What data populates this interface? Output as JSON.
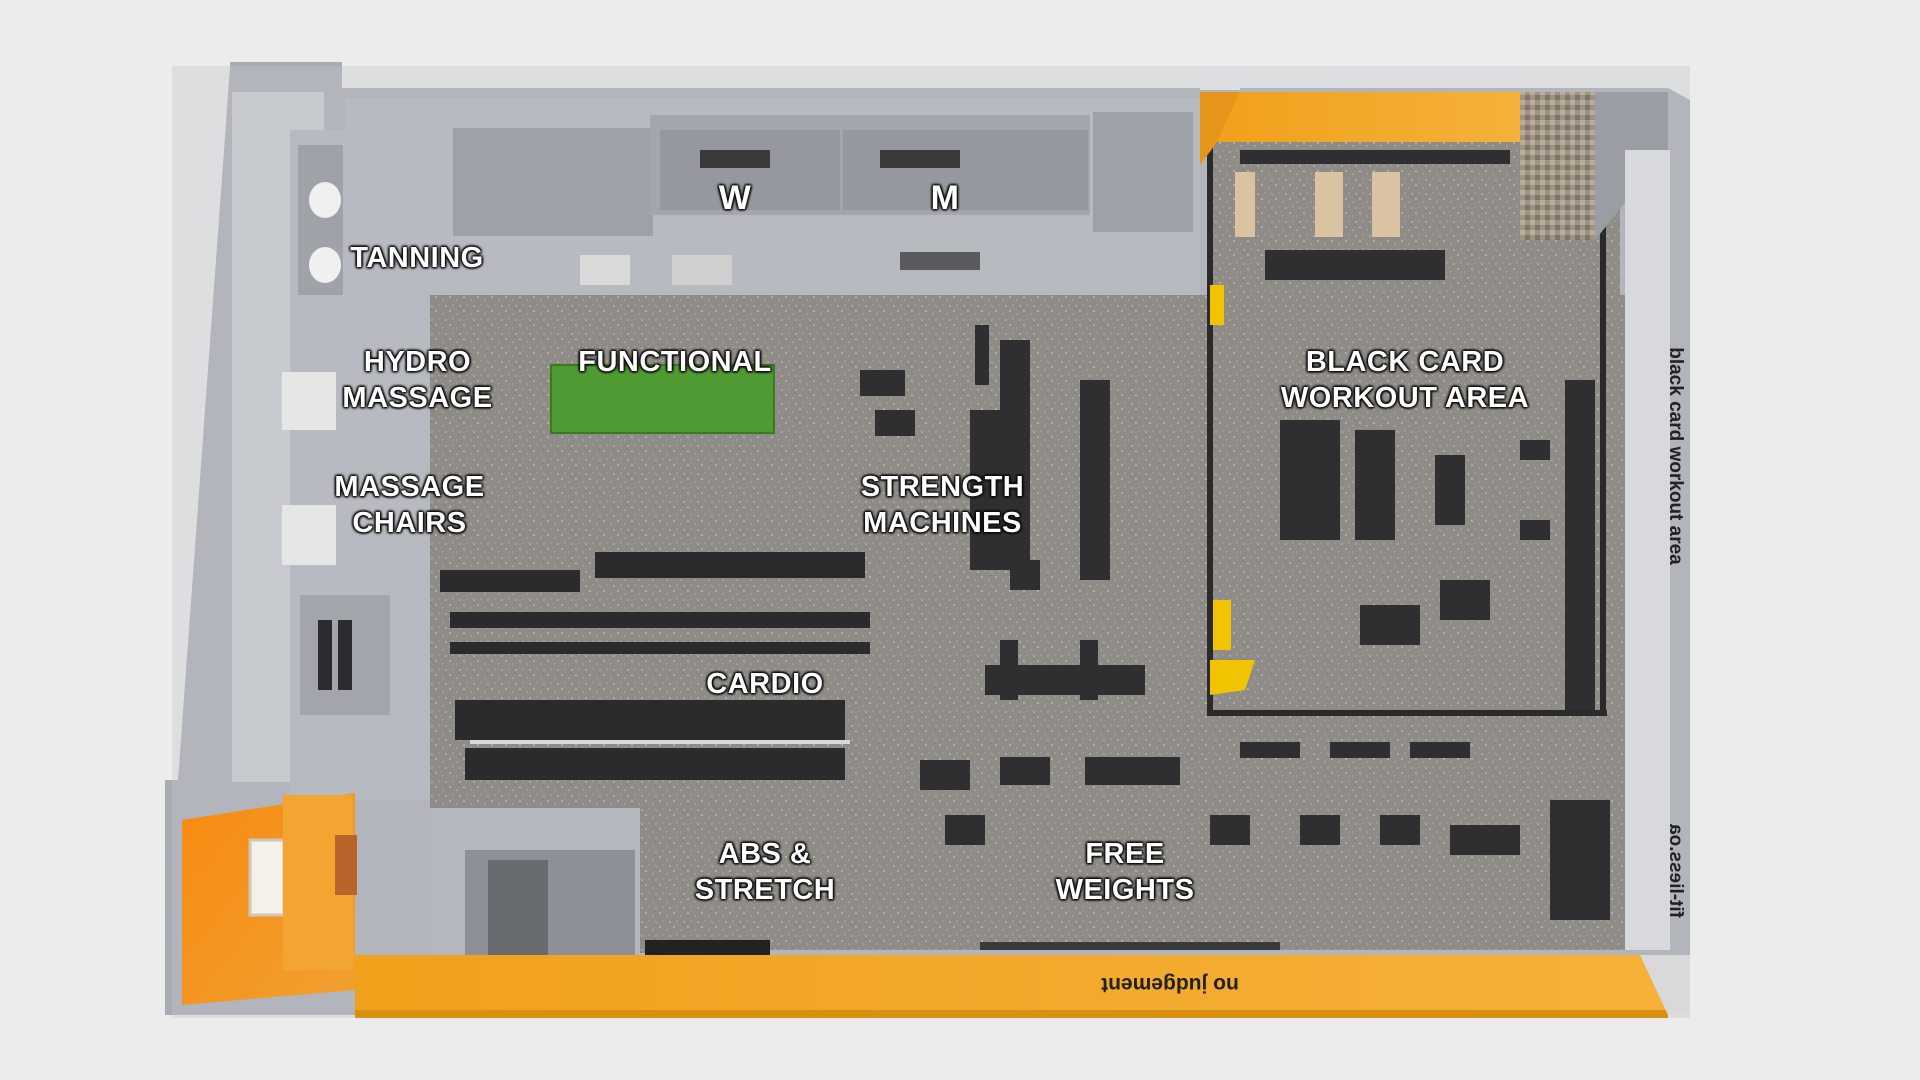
{
  "zones": {
    "tanning": "TANNING",
    "hydro_massage": [
      "HYDRO",
      "MASSAGE"
    ],
    "massage_chairs": [
      "MASSAGE",
      "CHAIRS"
    ],
    "functional": "FUNCTIONAL",
    "strength_machines": [
      "STRENGTH",
      "MACHINES"
    ],
    "cardio": "CARDIO",
    "abs_stretch": [
      "ABS &",
      "STRETCH"
    ],
    "free_weights": [
      "FREE",
      "WEIGHTS"
    ],
    "black_card": [
      "BLACK CARD",
      "WORKOUT AREA"
    ],
    "womens_room": "W",
    "mens_room": "M"
  },
  "wall_graphics": {
    "black_card_wall": "black card workout area",
    "fit_wall": "fit-liess.oa",
    "bottom_wall": "no judgement"
  },
  "colors": {
    "accent_yellow": "#f3a51f",
    "accent_orange": "#f78c12",
    "floor": "#8f8c87",
    "wall": "#b7bac0",
    "turf": "#4f9a33",
    "equipment": "#2b2b2d",
    "label_text": "#ffffff"
  }
}
